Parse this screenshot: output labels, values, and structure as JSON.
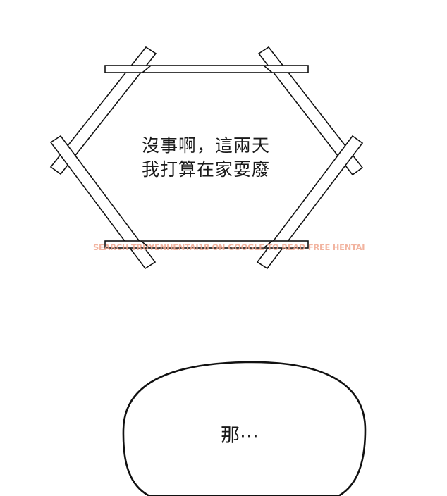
{
  "panel_top": {
    "bubble_shape": "hexagon-bars",
    "lines": [
      "沒事啊，這兩天",
      "我打算在家耍廢"
    ]
  },
  "watermark": {
    "text": "SEARCH TRUYENHENTAI18 ON GOOGLE TO READ FREE HENTAI",
    "color": "#f0a890"
  },
  "panel_bottom": {
    "bubble_shape": "oval",
    "text": "那⋯"
  }
}
